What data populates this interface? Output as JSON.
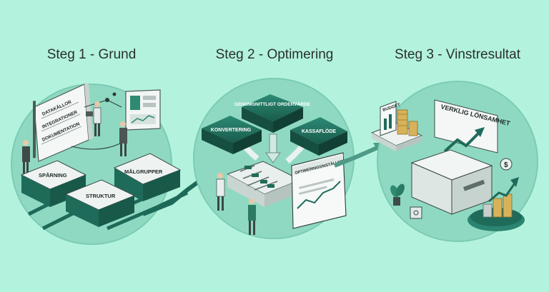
{
  "stages": [
    {
      "title": "Steg 1 - Grund",
      "board_items": [
        "DATAKÄLLOR",
        "INTEGRATIONER",
        "DOKUMENTATION"
      ],
      "blocks": {
        "left": "SPÅRNING",
        "right": "MÅLGRUPPER",
        "center": "STRUKTUR"
      }
    },
    {
      "title": "Steg 2 - Optimering",
      "blocks": {
        "top": "GENOMSNITTLIGT ORDERVÄRDE",
        "left": "KONVERTERING",
        "right": "KASSAFLÖDE"
      },
      "panel_title": "OPTIMERINGSINSTÄLLNINGAR"
    },
    {
      "title": "Steg 3 - Vinstresultat",
      "budget_label": "BUDGET",
      "banner_label": "VERKLIG LÖNSAMHET"
    }
  ],
  "colors": {
    "background": "#b3f3de",
    "circle": "#8fd9c3",
    "block_green": "#1f6b5a",
    "block_green_light": "#2a8470",
    "path": "#1d6a58",
    "coin": "#d8b25a"
  },
  "icons": [
    "person-icon",
    "laptop-icon",
    "dashboard-icon",
    "plant-icon",
    "safe-icon",
    "coin-stack-icon",
    "growth-arrow-icon",
    "dollar-icon"
  ]
}
